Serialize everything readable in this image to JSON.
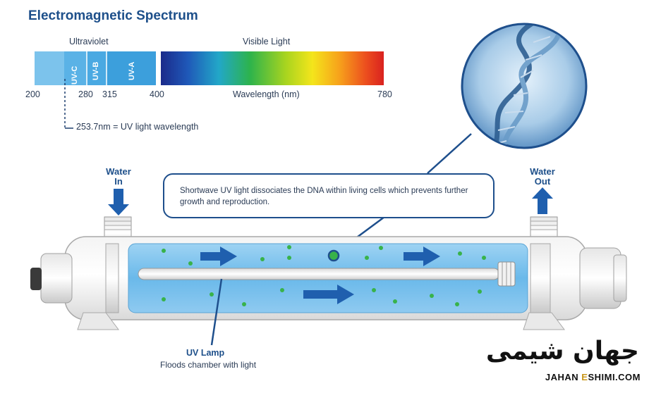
{
  "title": "Electromagnetic Spectrum",
  "spectrum": {
    "ultraviolet_label": "Ultraviolet",
    "visible_label": "Visible Light",
    "bands": [
      "UV-C",
      "UV-B",
      "UV-A"
    ],
    "ticks": [
      "200",
      "280",
      "315",
      "400",
      "780"
    ],
    "wavelength_label": "Wavelength (nm)",
    "uv_note": "253.7nm = UV light wavelength",
    "colors": {
      "uv_light": "#7cc3ec",
      "uv_mid": "#5ab2e6",
      "uv_dark": "#3c9fdc"
    }
  },
  "flow": {
    "in_line1": "Water",
    "in_line2": "In",
    "out_line1": "Water",
    "out_line2": "Out",
    "arrow_color": "#1f5fae"
  },
  "callout": {
    "text": "Shortwave UV light dissociates the DNA within living cells which prevents further growth and reproduction."
  },
  "lamp": {
    "title": "UV Lamp",
    "subtitle": "Floods chamber with light"
  },
  "logo": {
    "fa": "جهان شیمی",
    "en_prefix": "JAHAN",
    "en_e": "E",
    "en_suffix": "SHIMI.COM"
  }
}
